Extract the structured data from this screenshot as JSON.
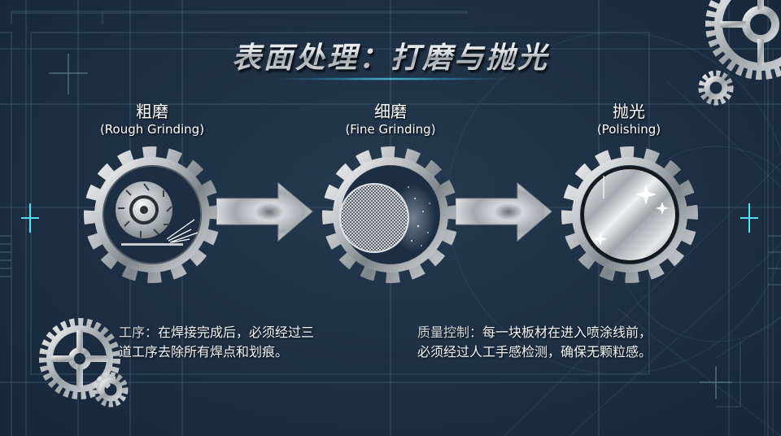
{
  "title": "表面处理：打磨与抛光",
  "stages": [
    {
      "cn": "粗磨",
      "en": "(Rough Grinding)",
      "icon": "grinding-wheel-icon"
    },
    {
      "cn": "细磨",
      "en": "(Fine Grinding)",
      "icon": "fine-mesh-disc-icon"
    },
    {
      "cn": "抛光",
      "en": "(Polishing)",
      "icon": "polished-mirror-icon"
    }
  ],
  "notes": {
    "process": {
      "label": "工序：",
      "line1": "在焊接完成后，必须经过三",
      "line2": "道工序去除所有焊点和划痕。"
    },
    "quality": {
      "label": "质量控制：",
      "line1": "每一块板材在进入喷涂线前，",
      "line2": "必须经过人工手感检测，确保无颗粒感。"
    }
  },
  "colors": {
    "background": "#1f3044",
    "grid_line": "#4a6680",
    "accent_glow": "#5fd8f0",
    "metal_light": "#e6e8ea",
    "metal_dark": "#7d8388"
  }
}
